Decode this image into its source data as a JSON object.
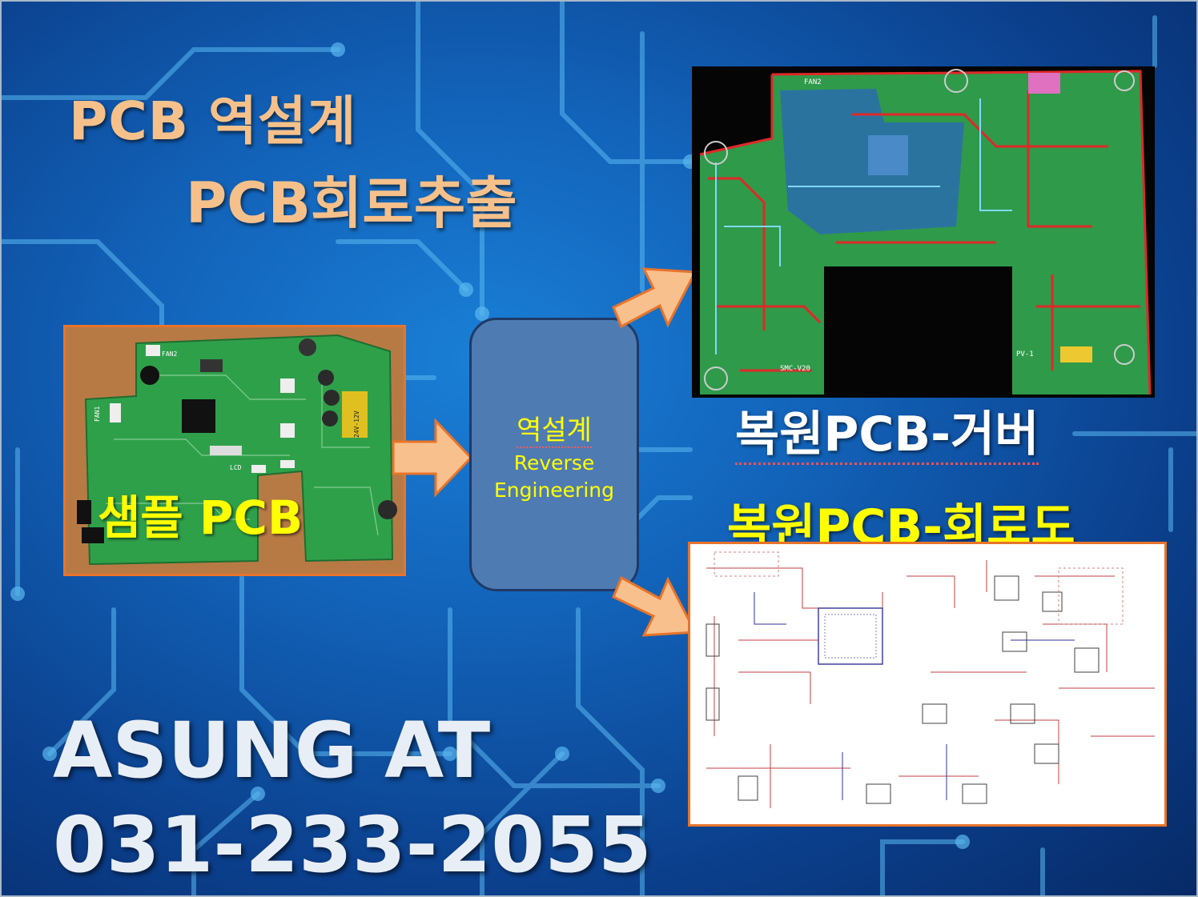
{
  "title": {
    "line1": "PCB 역설계",
    "line2": "PCB회로추출"
  },
  "sample": {
    "label": "샘플 PCB",
    "silkscreen_text": [
      "FAN2",
      "24V-12V",
      "LCD",
      "FAN1"
    ]
  },
  "process": {
    "korean": "역설계",
    "english_line1": "Reverse",
    "english_line2": "Engineering"
  },
  "outputs": {
    "gerber_label": "복원PCB-거버",
    "schematic_label": "복원PCB-회로도",
    "gerber_silkscreen": [
      "FAN2",
      "PV-1",
      "SMC-V20"
    ]
  },
  "company": {
    "name": "ASUNG AT",
    "phone": "031-233-2055"
  },
  "colors": {
    "title": "#f6c08a",
    "highlight_yellow": "#ffff00",
    "arrow_fill": "#f8c08c",
    "arrow_stroke": "#e8742a",
    "box_fill": "#4f7bb3",
    "frame_orange": "#e8742a",
    "background_blue": "#1262b8"
  },
  "icons": {
    "arrow_to_process": "right-arrow-icon",
    "arrow_to_gerber": "up-right-arrow-icon",
    "arrow_to_schematic": "down-right-arrow-icon"
  }
}
